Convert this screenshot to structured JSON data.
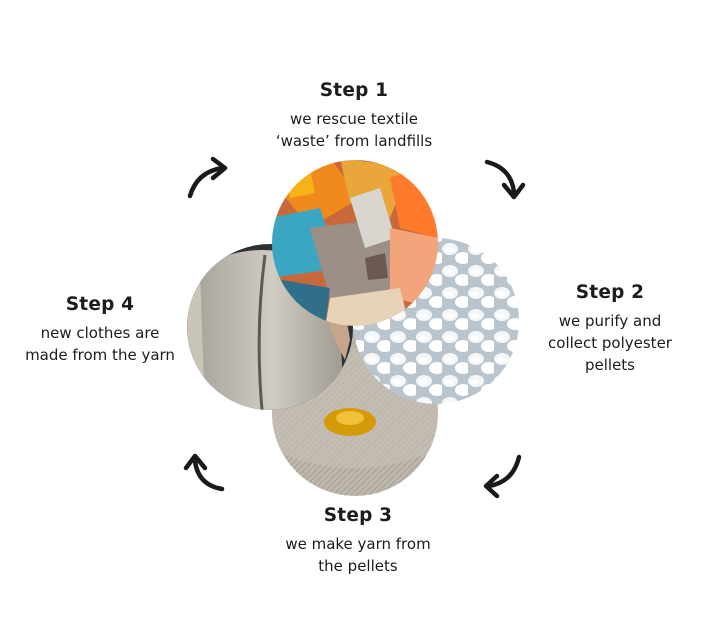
{
  "steps": [
    {
      "title": "Step 1",
      "line1": "we rescue textile",
      "line2": "‘waste’ from landfills",
      "line3": ""
    },
    {
      "title": "Step 2",
      "line1": "we purify and",
      "line2": "collect polyester",
      "line3": "pellets"
    },
    {
      "title": "Step 3",
      "line1": "we make yarn from",
      "line2": "the pellets",
      "line3": ""
    },
    {
      "title": "Step 4",
      "line1": "new clothes are",
      "line2": "made from the yarn",
      "line3": ""
    }
  ],
  "images": [
    {
      "name": "textile-waste-photo",
      "subject": "pile of colorful textile scraps"
    },
    {
      "name": "polyester-pellets-photo",
      "subject": "white polyester pellets"
    },
    {
      "name": "yarn-cone-photo",
      "subject": "cone of grey yarn"
    },
    {
      "name": "clothing-photo",
      "subject": "person wearing grey shirt"
    }
  ],
  "colors": {
    "text": "#1c1c1c",
    "arrow": "#1a1a1a",
    "background": "#ffffff"
  }
}
